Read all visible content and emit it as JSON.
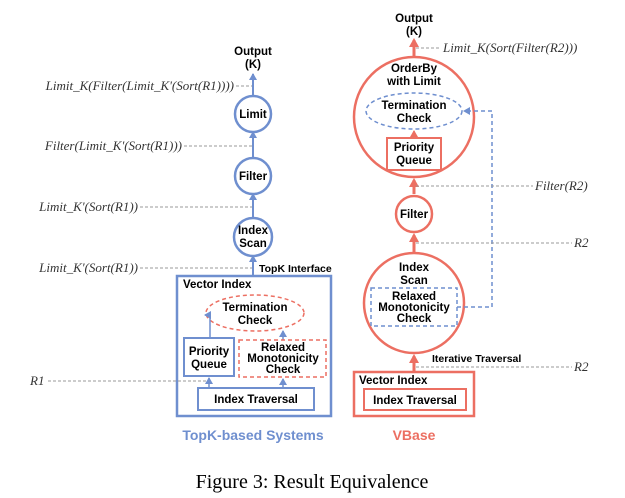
{
  "colors": {
    "blue": "#6f8fcf",
    "red": "#ec6f62",
    "gray": "#999999"
  },
  "left": {
    "output_line1": "Output",
    "output_line2": "(K)",
    "limit": "Limit",
    "filter": "Filter",
    "index_scan_line1": "Index",
    "index_scan_line2": "Scan",
    "topk_interface": "TopK Interface",
    "vector_index": "Vector Index",
    "termination_line1": "Termination",
    "termination_line2": "Check",
    "priority_line1": "Priority",
    "priority_line2": "Queue",
    "relaxed_line1": "Relaxed",
    "relaxed_line2": "Monotonicity",
    "relaxed_line3": "Check",
    "index_traversal": "Index Traversal",
    "system_name": "TopK-based Systems",
    "ann_output": "Limit_K(Filter(Limit_K'(Sort(R1))))",
    "ann_limit": "Filter(Limit_K'(Sort(R1)))",
    "ann_filter": "Limit_K'(Sort(R1))",
    "ann_scan": "Limit_K'(Sort(R1))",
    "ann_r1": "R1"
  },
  "right": {
    "output_line1": "Output",
    "output_line2": "(K)",
    "orderby_line1": "OrderBy",
    "orderby_line2": "with Limit",
    "termination_line1": "Termination",
    "termination_line2": "Check",
    "priority_line1": "Priority",
    "priority_line2": "Queue",
    "filter": "Filter",
    "index_scan_line1": "Index",
    "index_scan_line2": "Scan",
    "relaxed_line1": "Relaxed",
    "relaxed_line2": "Monotonicity",
    "relaxed_line3": "Check",
    "iterative_traversal": "Iterative Traversal",
    "vector_index": "Vector Index",
    "index_traversal": "Index Traversal",
    "system_name": "VBase",
    "ann_output": "Limit_K(Sort(Filter(R2)))",
    "ann_filter": "Filter(R2)",
    "ann_scan": "R2",
    "ann_traversal": "R2"
  },
  "caption": "Figure 3: Result Equivalence"
}
